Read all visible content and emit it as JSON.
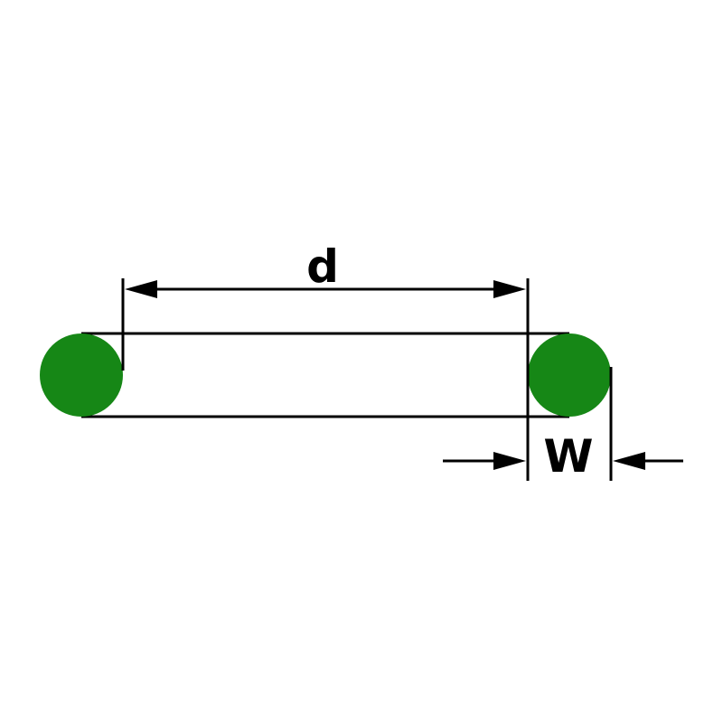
{
  "diagram": {
    "kind": "o-ring-cross-section-dimension-drawing",
    "labels": {
      "diameter": "d",
      "width": "W"
    },
    "colors": {
      "ring_fill": "#168716",
      "stroke": "#000000",
      "background": "#ffffff"
    }
  }
}
